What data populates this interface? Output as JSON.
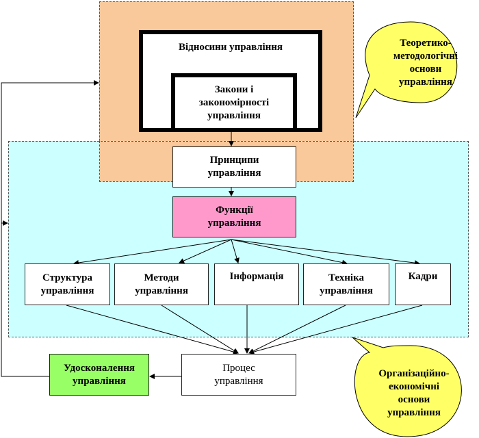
{
  "colors": {
    "theory_region": "#f9c89b",
    "economic_region": "#ccffff",
    "functions_box": "#ff99cc",
    "improvement_box": "#99ff66",
    "callout": "#ffff66"
  },
  "theory": {
    "relations": "Відносини управління",
    "laws": "Закони і\nзакономірності\nуправління",
    "callout": "Теоретико-\nметодологічні\nоснови\nуправління"
  },
  "principles": "Принципи\nуправління",
  "functions": "Функції\nуправління",
  "subsystems": {
    "structure": "Структура\nуправління",
    "methods": "Методи\nуправління",
    "information": "Інформація",
    "technology": "Техніка\nуправління",
    "personnel": "Кадри"
  },
  "process": "Процес\nуправління",
  "improvement": "Удосконалення\nуправління",
  "economic_callout": "Організаційно-\nекономічні\nоснови\nуправління"
}
